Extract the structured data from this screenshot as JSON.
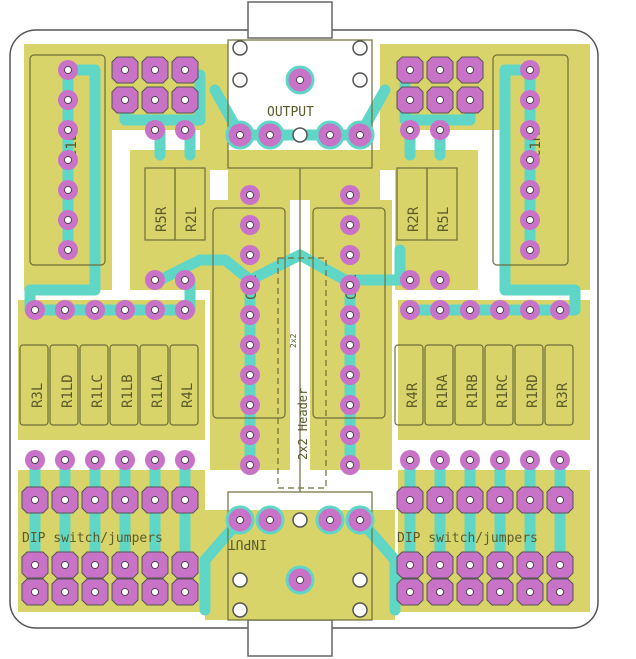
{
  "colors": {
    "board": "#ffffff",
    "copper": "#d9d46a",
    "trace": "#5fd6c6",
    "pad": "#c872c8",
    "outline": "#555555",
    "silk": "#7a7a4a"
  },
  "labels": {
    "output": "OUTPUT",
    "input": "INPUT",
    "dip_left": "DIP switch/jumpers",
    "dip_right": "DIP switch/jumpers",
    "center_part": "2x2 Header",
    "center_part_small": "2x2"
  },
  "components": {
    "c1l": "C1L",
    "c1r": "C1R",
    "c2l": "C2L",
    "c2r": "C2R",
    "r5r": "R5R",
    "r2l": "R2L",
    "r2r": "R2R",
    "r5l": "R5L",
    "left_resistors": [
      "R3L",
      "R1LD",
      "R1LC",
      "R1LB",
      "R1LA",
      "R4L"
    ],
    "right_resistors": [
      "R4R",
      "R1RA",
      "R1RB",
      "R1RC",
      "R1RD",
      "R3R"
    ]
  }
}
